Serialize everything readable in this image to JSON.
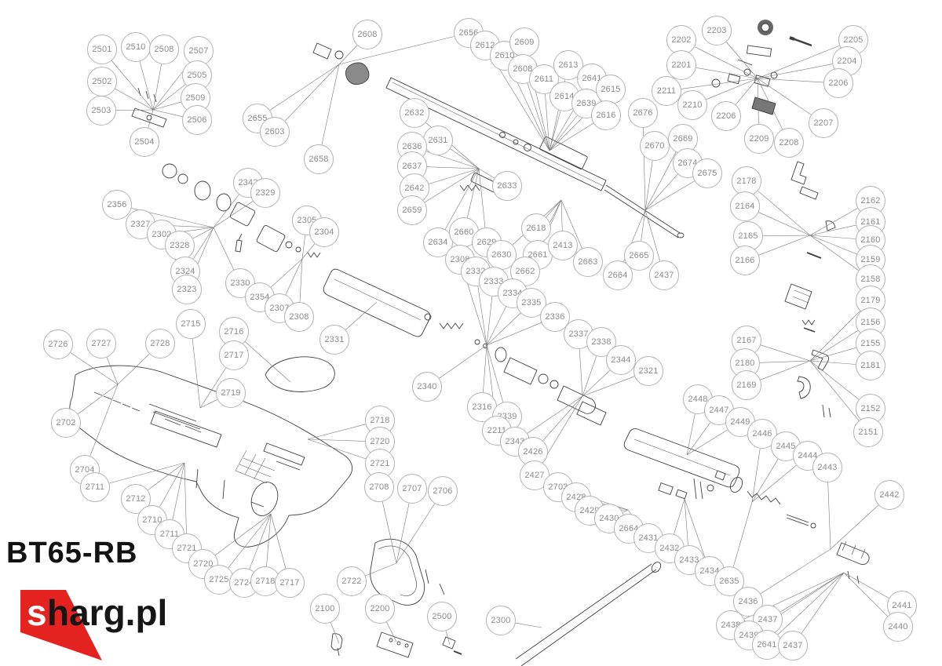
{
  "title": "BT65-RB",
  "logo": {
    "first": "s",
    "rest": "harg.pl"
  },
  "colors": {
    "logo_red": "#e42320",
    "callout_border": "#b3b3b3",
    "callout_text": "#8c8c8c",
    "leader_line": "#7a7a7a",
    "drawing_line": "#3f3f3f"
  },
  "callouts": [
    [
      "2501",
      130,
      63
    ],
    [
      "2510",
      173,
      60
    ],
    [
      "2508",
      209,
      63
    ],
    [
      "2507",
      253,
      65
    ],
    [
      "2502",
      130,
      104
    ],
    [
      "2505",
      251,
      96
    ],
    [
      "2509",
      249,
      125
    ],
    [
      "2503",
      129,
      141
    ],
    [
      "2506",
      251,
      153
    ],
    [
      "2504",
      184,
      181
    ],
    [
      "2608",
      468,
      44
    ],
    [
      "2655",
      328,
      151
    ],
    [
      "2603",
      350,
      168
    ],
    [
      "2658",
      406,
      203
    ],
    [
      "2656",
      597,
      42
    ],
    [
      "2612",
      618,
      58
    ],
    [
      "2610",
      643,
      71
    ],
    [
      "2609",
      668,
      54
    ],
    [
      "2608",
      666,
      88
    ],
    [
      "2611",
      693,
      101
    ],
    [
      "2613",
      724,
      83
    ],
    [
      "2614",
      719,
      123
    ],
    [
      "2641",
      754,
      100
    ],
    [
      "2639",
      747,
      132
    ],
    [
      "2615",
      778,
      114
    ],
    [
      "2616",
      772,
      147
    ],
    [
      "2676",
      819,
      144
    ],
    [
      "2632",
      528,
      144
    ],
    [
      "2631",
      558,
      179
    ],
    [
      "2636",
      525,
      187
    ],
    [
      "2637",
      525,
      212
    ],
    [
      "2642",
      528,
      240
    ],
    [
      "2659",
      525,
      268
    ],
    [
      "2633",
      646,
      237
    ],
    [
      "2634",
      558,
      309
    ],
    [
      "2660",
      591,
      296
    ],
    [
      "2629",
      620,
      309
    ],
    [
      "2630",
      639,
      325
    ],
    [
      "2618",
      683,
      291
    ],
    [
      "2661",
      685,
      325
    ],
    [
      "2662",
      669,
      346
    ],
    [
      "2413",
      717,
      313
    ],
    [
      "2663",
      749,
      334
    ],
    [
      "2664",
      787,
      351
    ],
    [
      "2665",
      814,
      326
    ],
    [
      "2670",
      834,
      186
    ],
    [
      "2669",
      870,
      177
    ],
    [
      "2674",
      876,
      208
    ],
    [
      "2675",
      901,
      221
    ],
    [
      "2437",
      846,
      351
    ],
    [
      "2202",
      868,
      51
    ],
    [
      "2203",
      913,
      39
    ],
    [
      "2205",
      1087,
      51
    ],
    [
      "2201",
      868,
      83
    ],
    [
      "2204",
      1079,
      78
    ],
    [
      "2211",
      849,
      116
    ],
    [
      "2206",
      1068,
      106
    ],
    [
      "2210",
      882,
      134
    ],
    [
      "2206",
      925,
      148
    ],
    [
      "2207",
      1049,
      157
    ],
    [
      "2209",
      967,
      177
    ],
    [
      "2208",
      1005,
      182
    ],
    [
      "2178",
      951,
      231
    ],
    [
      "2164",
      949,
      263
    ],
    [
      "2162",
      1109,
      256
    ],
    [
      "2161",
      1109,
      283
    ],
    [
      "2165",
      953,
      301
    ],
    [
      "2160",
      1109,
      306
    ],
    [
      "2166",
      949,
      332
    ],
    [
      "2159",
      1109,
      331
    ],
    [
      "2158",
      1109,
      356
    ],
    [
      "2179",
      1109,
      383
    ],
    [
      "2156",
      1109,
      411
    ],
    [
      "2167",
      951,
      434
    ],
    [
      "2155",
      1109,
      438
    ],
    [
      "2180",
      949,
      463
    ],
    [
      "2181",
      1109,
      466
    ],
    [
      "2169",
      951,
      491
    ],
    [
      "2152",
      1109,
      521
    ],
    [
      "2151",
      1106,
      551
    ],
    [
      "2342",
      316,
      233
    ],
    [
      "2329",
      338,
      246
    ],
    [
      "2356",
      149,
      261
    ],
    [
      "2327",
      179,
      286
    ],
    [
      "2302",
      206,
      299
    ],
    [
      "2328",
      229,
      313
    ],
    [
      "2305",
      391,
      281
    ],
    [
      "2304",
      413,
      296
    ],
    [
      "2324",
      236,
      346
    ],
    [
      "2330",
      306,
      361
    ],
    [
      "2323",
      238,
      369
    ],
    [
      "2354",
      331,
      379
    ],
    [
      "2307",
      356,
      393
    ],
    [
      "2308",
      381,
      404
    ],
    [
      "2331",
      426,
      433
    ],
    [
      "2308",
      586,
      331
    ],
    [
      "2332",
      606,
      346
    ],
    [
      "2333",
      629,
      359
    ],
    [
      "2334",
      653,
      374
    ],
    [
      "2335",
      677,
      386
    ],
    [
      "2336",
      707,
      404
    ],
    [
      "2337",
      737,
      426
    ],
    [
      "2338",
      766,
      436
    ],
    [
      "2344",
      791,
      459
    ],
    [
      "2321",
      826,
      473
    ],
    [
      "2340",
      544,
      493
    ],
    [
      "2316",
      614,
      519
    ],
    [
      "2339",
      646,
      531
    ],
    [
      "2211",
      633,
      549
    ],
    [
      "2343",
      656,
      563
    ],
    [
      "2426",
      679,
      576
    ],
    [
      "2427",
      681,
      606
    ],
    [
      "2726",
      74,
      439
    ],
    [
      "2727",
      129,
      438
    ],
    [
      "2728",
      204,
      438
    ],
    [
      "2715",
      243,
      413
    ],
    [
      "2716",
      298,
      423
    ],
    [
      "2717",
      298,
      453
    ],
    [
      "2719",
      294,
      501
    ],
    [
      "2702",
      84,
      539
    ],
    [
      "2718",
      484,
      536
    ],
    [
      "2720",
      484,
      563
    ],
    [
      "2721",
      484,
      591
    ],
    [
      "2704",
      108,
      599
    ],
    [
      "2711",
      121,
      621
    ],
    [
      "2712",
      173,
      636
    ],
    [
      "2710",
      194,
      663
    ],
    [
      "2711",
      216,
      681
    ],
    [
      "2721",
      238,
      699
    ],
    [
      "2720",
      259,
      719
    ],
    [
      "2725",
      279,
      739
    ],
    [
      "2724",
      311,
      743
    ],
    [
      "2718",
      338,
      741
    ],
    [
      "2717",
      369,
      743
    ],
    [
      "2722",
      448,
      741
    ],
    [
      "2708",
      483,
      621
    ],
    [
      "2707",
      525,
      623
    ],
    [
      "2706",
      564,
      626
    ],
    [
      "2100",
      414,
      776
    ],
    [
      "2200",
      484,
      776
    ],
    [
      "2500",
      563,
      786
    ],
    [
      "2300",
      638,
      791
    ],
    [
      "2448",
      889,
      509
    ],
    [
      "2447",
      916,
      523
    ],
    [
      "2449",
      943,
      538
    ],
    [
      "2446",
      971,
      553
    ],
    [
      "2445",
      1001,
      569
    ],
    [
      "2444",
      1029,
      581
    ],
    [
      "2443",
      1054,
      596
    ],
    [
      "2703",
      711,
      621
    ],
    [
      "2428",
      734,
      634
    ],
    [
      "2429",
      751,
      651
    ],
    [
      "2430",
      776,
      661
    ],
    [
      "2664",
      801,
      674
    ],
    [
      "2431",
      826,
      686
    ],
    [
      "2432",
      853,
      699
    ],
    [
      "2433",
      878,
      714
    ],
    [
      "2434",
      904,
      728
    ],
    [
      "2635",
      929,
      741
    ],
    [
      "2436",
      953,
      767
    ],
    [
      "2437",
      978,
      790
    ],
    [
      "2438",
      931,
      797
    ],
    [
      "2439",
      954,
      810
    ],
    [
      "2641",
      977,
      822
    ],
    [
      "2437",
      1010,
      823
    ],
    [
      "2442",
      1133,
      631
    ],
    [
      "2441",
      1149,
      772
    ],
    [
      "2440",
      1144,
      799
    ]
  ]
}
